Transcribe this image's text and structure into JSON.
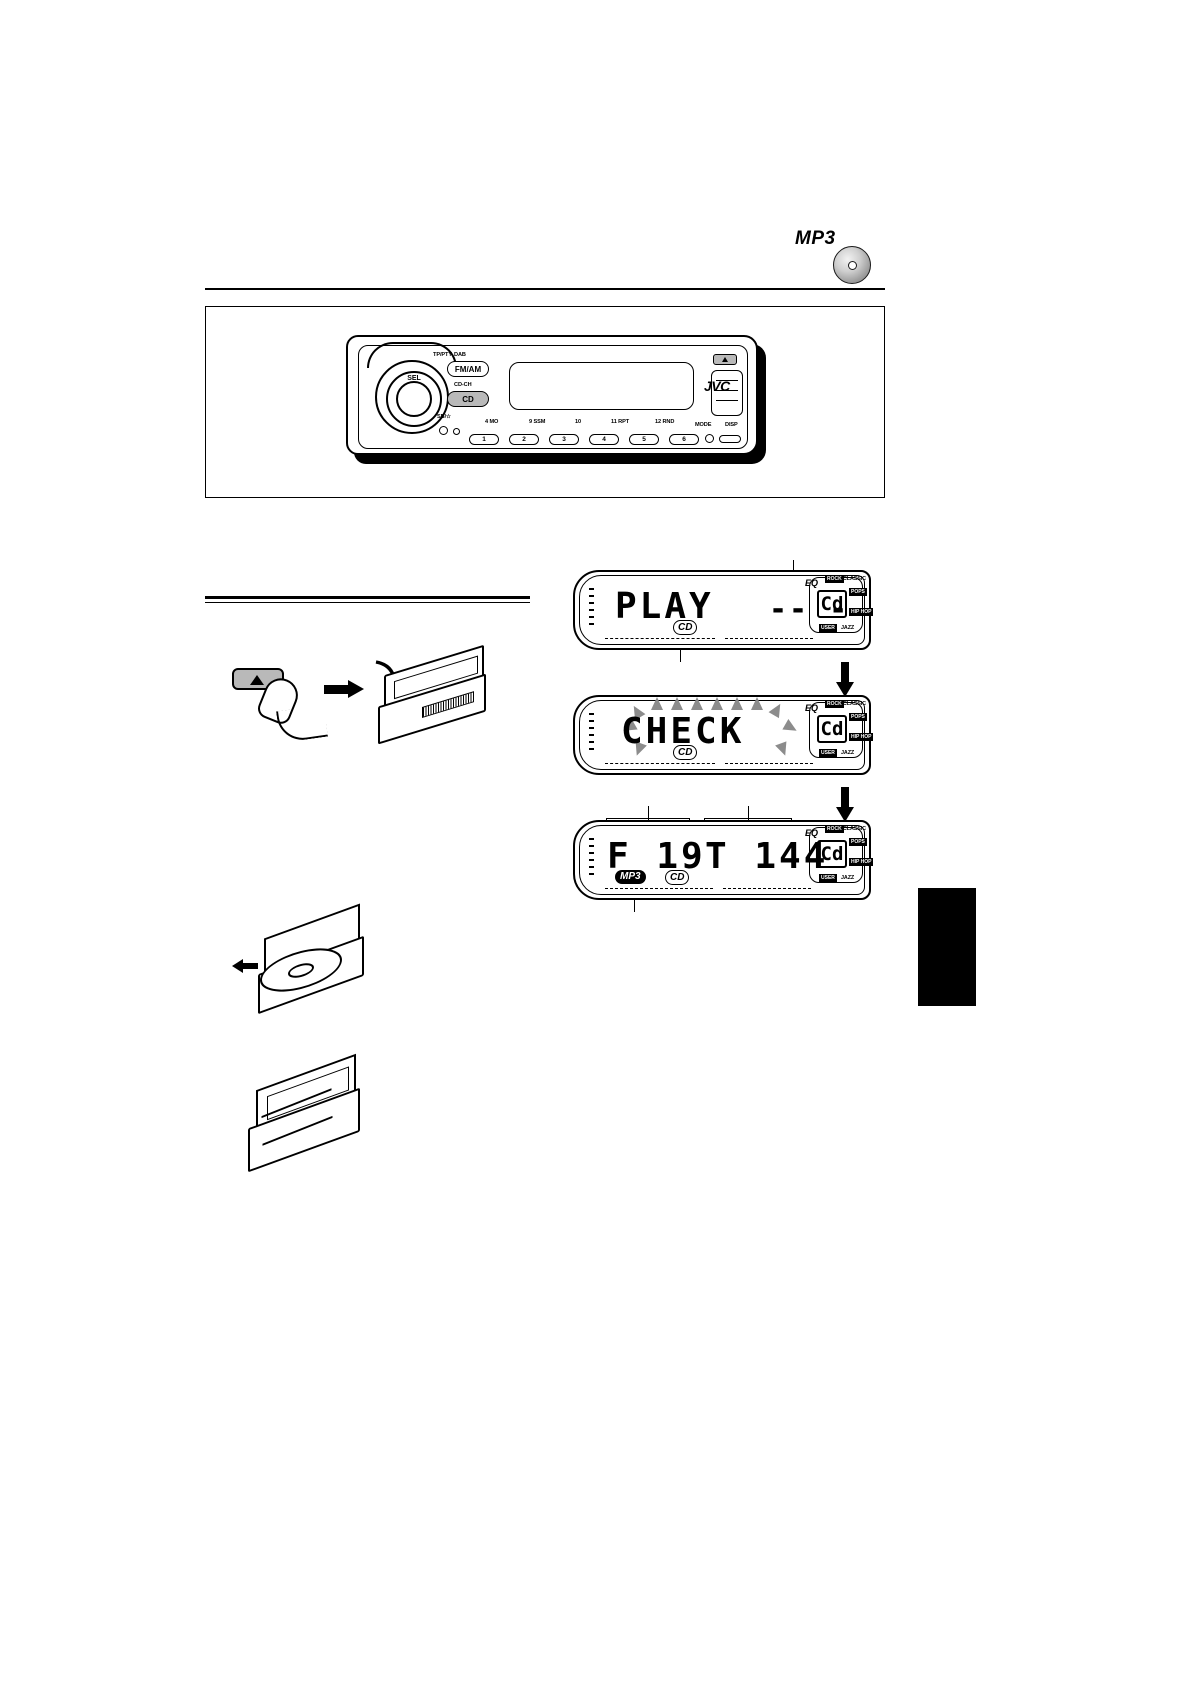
{
  "page": {
    "logo": {
      "text": "MP3",
      "disc_icon": "cd-disc-icon"
    }
  },
  "unit": {
    "brand": "JVC",
    "knob_label": "SEL",
    "band_button": "FM/AM",
    "band_sub": "DAB",
    "band_sub2": "TP/PTY",
    "source_button": "CD",
    "source_sub": "CD-CH",
    "standby_label": "SB/☆",
    "eject_icon": "eject-icon",
    "number_buttons": [
      "1",
      "2",
      "3",
      "4",
      "5",
      "6"
    ],
    "function_labels": [
      "4 MO",
      "9 SSM",
      "10",
      "11 RPT",
      "12 RND",
      "MODE",
      "DISP"
    ]
  },
  "illustrations": {
    "eject": {
      "name": "eject-button-press",
      "button_icon": "eject-icon",
      "hand_icon": "finger-press-icon",
      "arrow_icon": "arrow-right-icon",
      "panel_icon": "control-panel-open-icon"
    },
    "insert": {
      "name": "insert-disc",
      "arrow_icon": "arrow-right-icon",
      "disc_icon": "cd-disc-icon"
    },
    "close": {
      "name": "close-control-panel",
      "panel_icon": "control-panel-close-icon"
    }
  },
  "displays": [
    {
      "id": "display-play",
      "main_text": "PLAY",
      "secondary_text": "-- --",
      "disc_badge": "CD",
      "mode_box": "Cd",
      "eq_symbol": "EQ",
      "eq_labels": [
        "ROCK",
        "CLASSIC",
        "POPS",
        "HIP HOP",
        "USER",
        "JAZZ"
      ]
    },
    {
      "id": "display-check",
      "main_text": "CHECK",
      "secondary_text": "",
      "disc_badge": "CD",
      "mode_box": "Cd",
      "eq_symbol": "EQ",
      "eq_labels": [
        "ROCK",
        "CLASSIC",
        "POPS",
        "HIP HOP",
        "USER",
        "JAZZ"
      ],
      "blinking": "true"
    },
    {
      "id": "display-folder-track",
      "folder_text": "F 19",
      "track_text": "T 144",
      "format_badge": "MP3",
      "disc_badge": "CD",
      "mode_box": "Cd",
      "eq_symbol": "EQ",
      "eq_labels": [
        "ROCK",
        "CLASSIC",
        "POPS",
        "HIP HOP",
        "USER",
        "JAZZ"
      ]
    }
  ],
  "flow": {
    "arrow1": "arrow-down-icon",
    "arrow2": "arrow-down-icon"
  }
}
